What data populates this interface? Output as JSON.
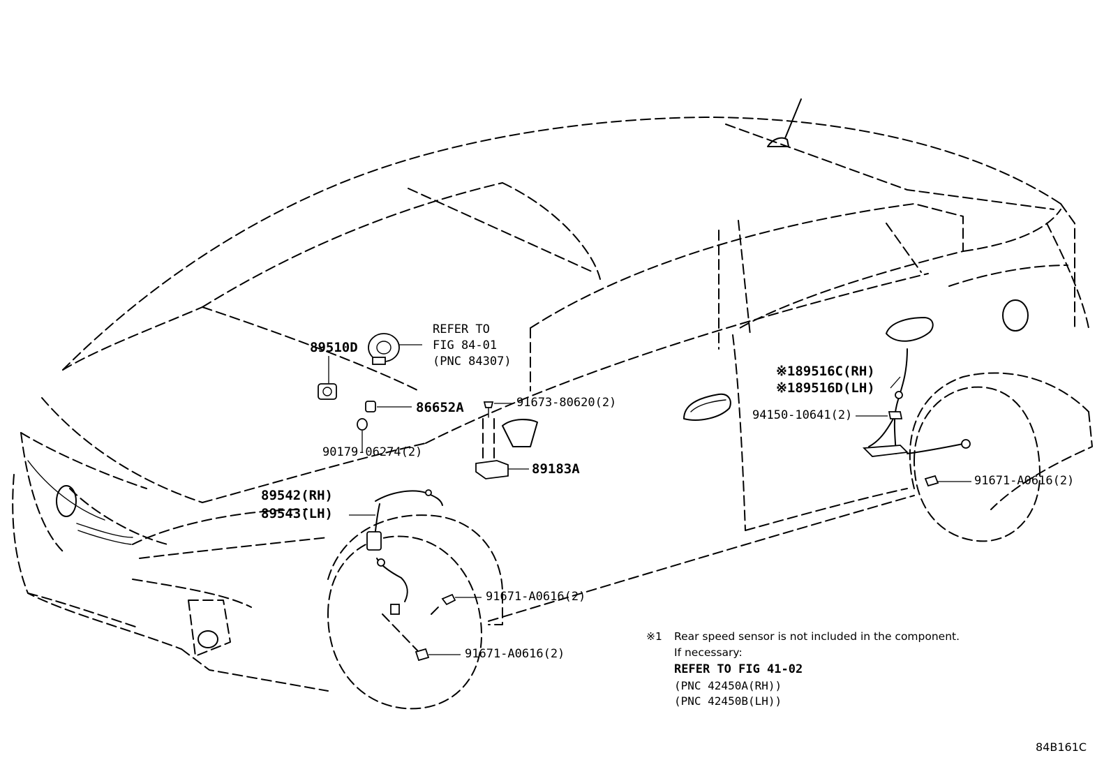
{
  "parts": {
    "steering_sensor_ref": {
      "line1": "REFER TO",
      "line2": "FIG 84-01",
      "line3": "(PNC 84307)"
    },
    "p89510d": "89510D",
    "p86652a": "86652A",
    "p90179": "90179-06274(2)",
    "p91673": "91673-80620(2)",
    "p89183a": "89183A",
    "p89542": "89542(RH)",
    "p89543": "89543(LH)",
    "p91671_upper": "91671-A0616(2)",
    "p91671_lower": "91671-A0616(2)",
    "p91671_rear": "91671-A0616(2)",
    "p94150": "94150-10641(2)",
    "p89516c": "※189516C(RH)",
    "p89516d": "※189516D(LH)"
  },
  "note": {
    "mark": "※1",
    "line1": "Rear speed sensor is not included in the component.",
    "line2": "If necessary:",
    "line3": "REFER TO FIG 41-02",
    "line4": "(PNC 42450A(RH))",
    "line5": "(PNC 42450B(LH))"
  },
  "figure_code": "84B161C"
}
